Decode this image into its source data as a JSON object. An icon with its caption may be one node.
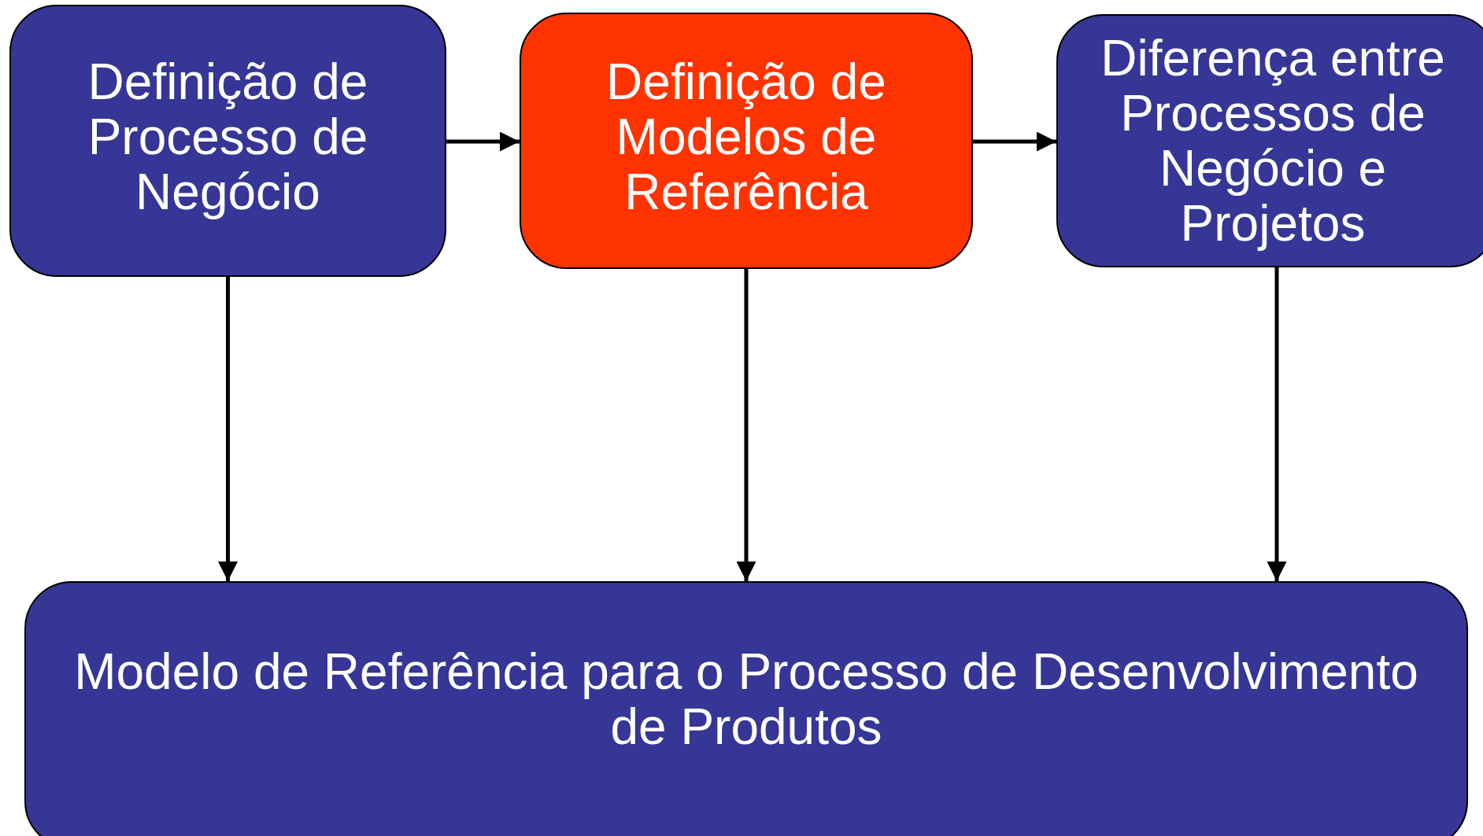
{
  "diagram": {
    "nodes": [
      {
        "text": [
          "Definição de Processo de Negócio"
        ]
      },
      {
        "text": [
          "Definição de Modelos de Referência"
        ]
      },
      {
        "text": [
          "Diferença entre Processos de Negócio e Projetos"
        ]
      },
      {
        "text": [
          "Modelo de Referência para o Processo de Desenvolvimento de Produtos"
        ]
      }
    ],
    "edges": [
      {
        "from": 0,
        "to": 1,
        "arrow": "to"
      },
      {
        "from": 1,
        "to": 2,
        "arrow": "to"
      },
      {
        "from": 0,
        "to": 3,
        "arrow": "to"
      },
      {
        "from": 1,
        "to": 3,
        "arrow": "to"
      },
      {
        "from": 2,
        "to": 3,
        "arrow": "to"
      }
    ]
  }
}
